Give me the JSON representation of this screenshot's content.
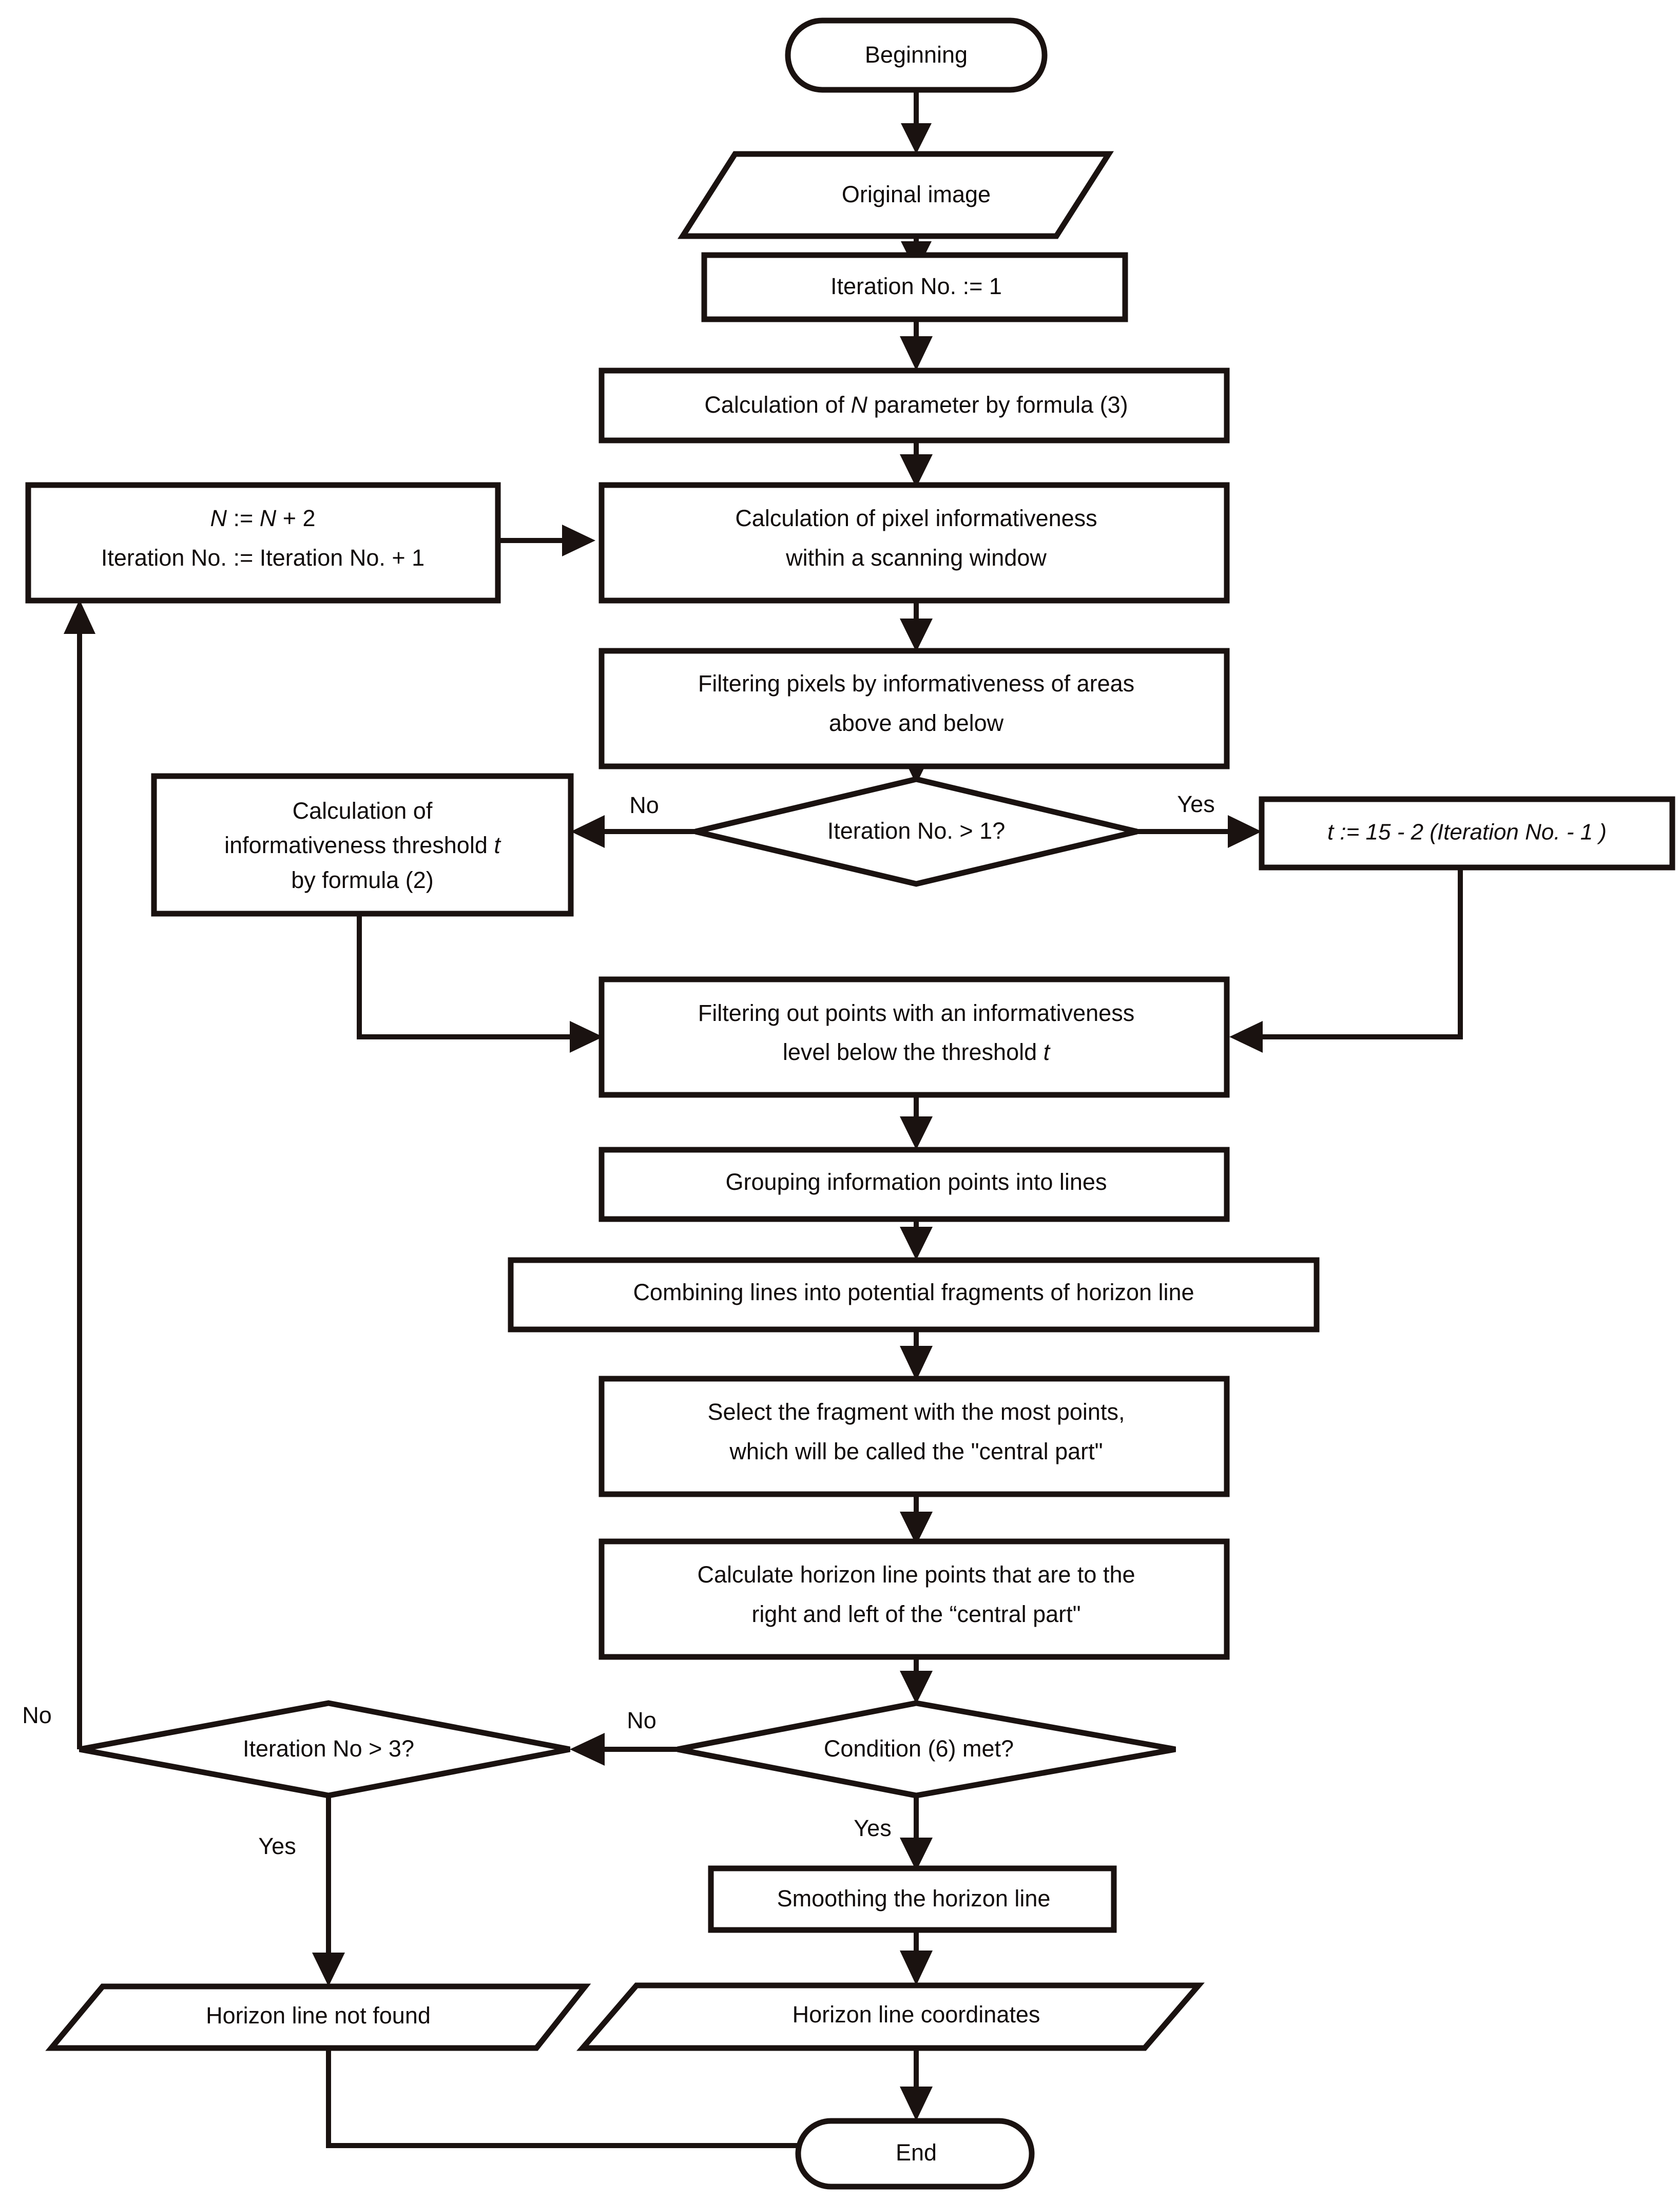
{
  "diagram": {
    "title": "Horizon line detection algorithm flowchart",
    "stroke_color": "#1a1210",
    "fill_color": "#ffffff",
    "text_color": "#100b0a"
  },
  "nodes": {
    "beginning": {
      "type": "terminator",
      "label": "Beginning"
    },
    "original_image": {
      "type": "io",
      "label": "Original image"
    },
    "iteration_init": {
      "type": "process",
      "label": "Iteration No. := 1"
    },
    "calc_n": {
      "type": "process",
      "label_a": "Calculation of ",
      "label_n": "N",
      "label_b": " parameter by formula (3)"
    },
    "loop_update": {
      "type": "process",
      "line1_a": "N",
      "line1_b": " := ",
      "line1_c": "N",
      "line1_d": " + 2",
      "line2": "Iteration No. := Iteration No. + 1"
    },
    "calc_informativeness": {
      "type": "process",
      "line1": "Calculation of pixel informativeness",
      "line2": "within a scanning window"
    },
    "filter_pixels": {
      "type": "process",
      "line1": "Filtering pixels by informativeness of areas",
      "line2": "above and below"
    },
    "decision_iteration_gt1": {
      "type": "decision",
      "label": "Iteration No. > 1?"
    },
    "calc_threshold": {
      "type": "process",
      "line1": "Calculation of",
      "line2_a": "informativeness threshold ",
      "line2_t": "t",
      "line3": "by formula (2)"
    },
    "set_threshold": {
      "type": "process",
      "label": "t := 15 - 2 (Iteration No. - 1 )"
    },
    "filter_points": {
      "type": "process",
      "line1": "Filtering out points with an informativeness",
      "line2_a": "level below the threshold ",
      "line2_t": "t"
    },
    "grouping": {
      "type": "process",
      "label": "Grouping information points into lines"
    },
    "combining": {
      "type": "process",
      "label": "Combining lines into potential fragments of horizon line"
    },
    "select_fragment": {
      "type": "process",
      "line1": "Select the fragment with the most points,",
      "line2": "which will be called the \"central part\""
    },
    "calc_horizon_points": {
      "type": "process",
      "line1": "Calculate horizon line points that are to the",
      "line2": "right and left of the “central part\""
    },
    "decision_condition6": {
      "type": "decision",
      "label": "Condition (6) met?"
    },
    "decision_iteration_gt3": {
      "type": "decision",
      "label": "Iteration No > 3?"
    },
    "horizon_not_found": {
      "type": "io",
      "label": "Horizon line not found"
    },
    "smoothing": {
      "type": "process",
      "label": "Smoothing the horizon line"
    },
    "horizon_coords": {
      "type": "io",
      "label": "Horizon line coordinates"
    },
    "end": {
      "type": "terminator",
      "label": "End"
    }
  },
  "edge_labels": {
    "gt1_no": "No",
    "gt1_yes": "Yes",
    "cond6_no": "No",
    "cond6_yes": "Yes",
    "gt3_no": "No",
    "gt3_yes": "Yes"
  }
}
